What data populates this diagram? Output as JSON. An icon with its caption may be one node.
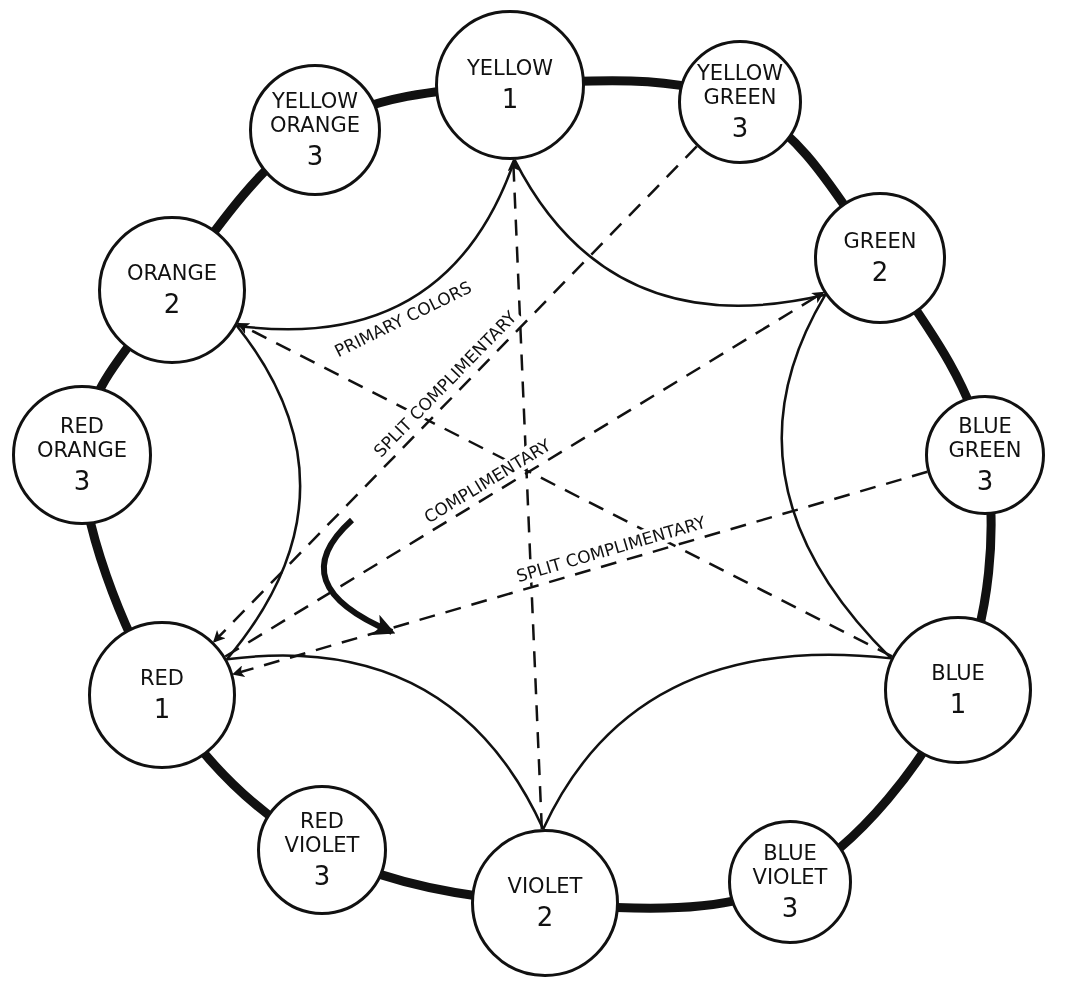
{
  "diagram": {
    "nodes": [
      {
        "text": [
          "YELLOW",
          "1"
        ]
      },
      {
        "text": [
          "YELLOW GREEN",
          "3"
        ]
      },
      {
        "text": [
          "GREEN",
          "2"
        ]
      },
      {
        "text": [
          "BLUE GREEN",
          "3"
        ]
      },
      {
        "text": [
          "BLUE",
          "1"
        ]
      },
      {
        "text": [
          "BLUE VIOLET",
          "3"
        ]
      },
      {
        "text": [
          "VIOLET",
          "2"
        ]
      },
      {
        "text": [
          "RED VIOLET",
          "3"
        ]
      },
      {
        "text": [
          "RED",
          "1"
        ]
      },
      {
        "text": [
          "RED ORANGE",
          "3"
        ]
      },
      {
        "text": [
          "ORANGE",
          "2"
        ]
      },
      {
        "text": [
          "YELLOW ORANGE",
          "3"
        ]
      }
    ],
    "edges": [
      {
        "from": 0,
        "to": 10,
        "arrow": "none",
        "label": "PRIMARY COLORS"
      },
      {
        "from": 0,
        "to": 2,
        "arrow": "none"
      },
      {
        "from": 2,
        "to": 4,
        "arrow": "none"
      },
      {
        "from": 4,
        "to": 6,
        "arrow": "none"
      },
      {
        "from": 6,
        "to": 8,
        "arrow": "none"
      },
      {
        "from": 8,
        "to": 10,
        "arrow": "none"
      },
      {
        "from": 1,
        "to": 8,
        "arrow": "to",
        "label": "SPLIT COMPLIMENTARY",
        "style": "dashed"
      },
      {
        "from": 3,
        "to": 8,
        "arrow": "to",
        "label": "SPLIT COMPLIMENTARY",
        "style": "dashed"
      },
      {
        "from": 8,
        "to": 2,
        "arrow": "to",
        "label": "COMPLIMENTARY",
        "style": "dashed"
      },
      {
        "from": 4,
        "to": 10,
        "arrow": "to",
        "style": "dashed"
      },
      {
        "from": 6,
        "to": 0,
        "arrow": "to",
        "style": "dashed"
      }
    ]
  }
}
